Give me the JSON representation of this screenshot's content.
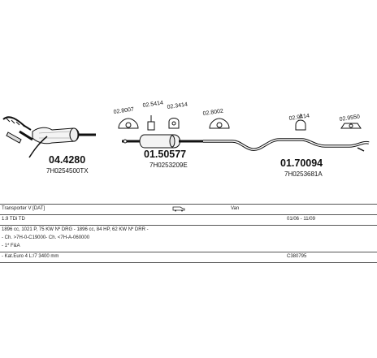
{
  "parts": [
    {
      "code": "04.4280",
      "oe": "7H0254500TX"
    },
    {
      "code": "01.50577",
      "oe": "7H0253209E"
    },
    {
      "code": "01.70094",
      "oe": "7H0253681A"
    }
  ],
  "small_codes": [
    "02.8007",
    "02.5414",
    "02.3414",
    "02.8002",
    "02.9414",
    "02.9550"
  ],
  "vehicle": {
    "model": "Transporter V [DAT]",
    "body_type": "Van",
    "engine": "1.9 TDi TD",
    "years": "01/06 - 11/09",
    "details": "1896 cc, 1021 P, 75 KW Nº DRG - 1896 cc, 84 HP, 62 KW Nº DRR -",
    "chassis": "- Ch. >7H-0-C19000- Ch. <7H-A-060000",
    "option": "- 1* F&A",
    "config": "- Kat.Euro 4 L:/7 3400 mm",
    "ref": "C380795"
  }
}
